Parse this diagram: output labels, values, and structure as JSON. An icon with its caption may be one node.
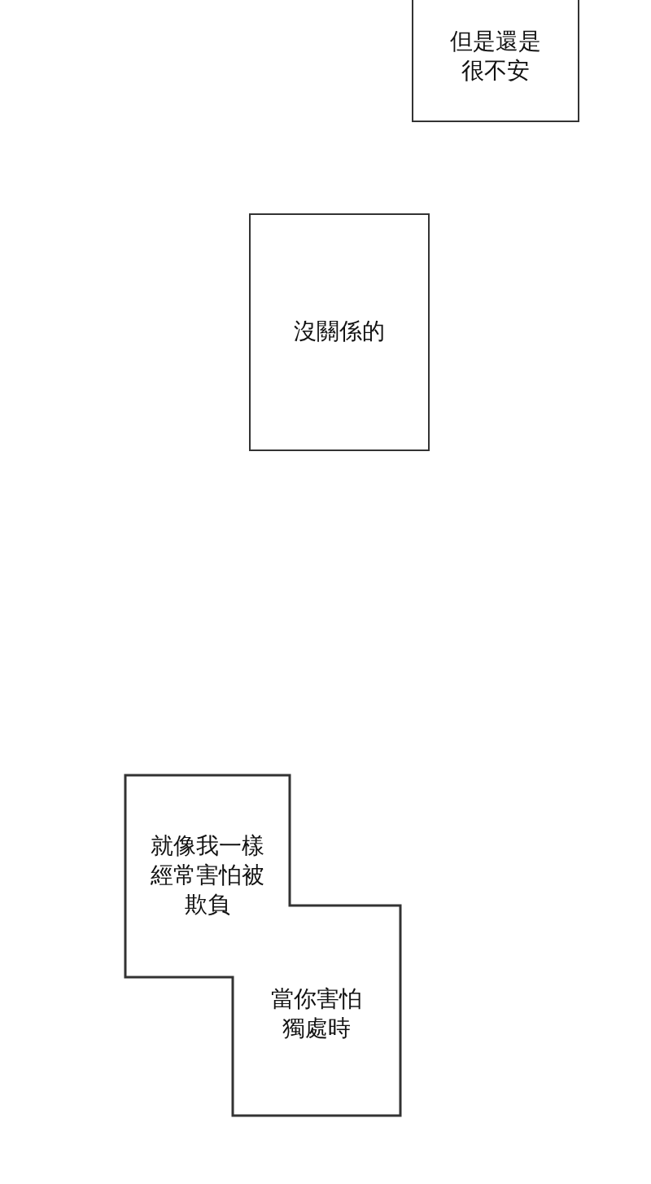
{
  "diagram": {
    "nodes": [
      {
        "text": [
          "但是還是很不安"
        ]
      },
      {
        "text": [
          "沒關係的"
        ]
      },
      {
        "text": [
          "就像我一樣經常害怕被欺負"
        ]
      },
      {
        "text": [
          "當你害怕獨處時"
        ]
      }
    ]
  }
}
